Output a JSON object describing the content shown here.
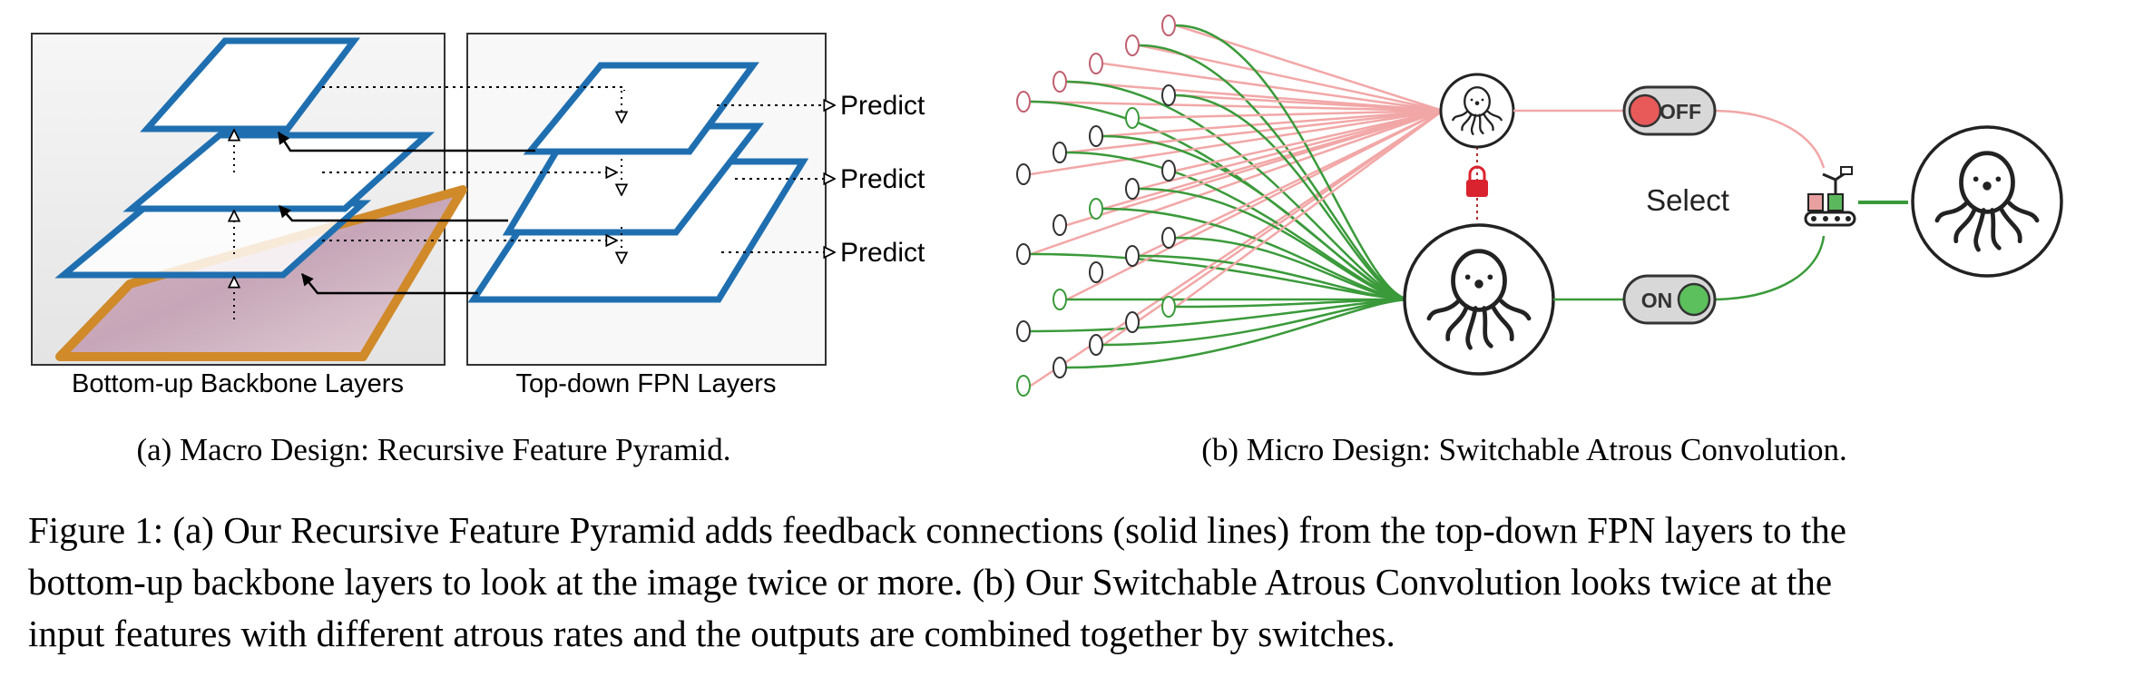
{
  "panel_a": {
    "label_backbone": "Bottom-up Backbone Layers",
    "label_fpn": "Top-down FPN Layers",
    "predict_labels": [
      "Predict",
      "Predict",
      "Predict"
    ],
    "subcaption": "(a) Macro Design: Recursive Feature Pyramid."
  },
  "panel_b": {
    "select_label": "Select",
    "switch_off_label": "OFF",
    "switch_on_label": "ON",
    "subcaption": "(b) Micro Design: Switchable Atrous Convolution."
  },
  "caption": {
    "lines": [
      "Figure 1: (a) Our Recursive Feature Pyramid adds feedback connections (solid lines) from the top-down FPN layers to the",
      "bottom-up backbone layers to look at the image twice or more. (b) Our Switchable Atrous Convolution looks twice at the",
      "input features with different atrous rates and the outputs are combined together by switches."
    ]
  },
  "colors": {
    "layer_blue": "#1f6fb0",
    "image_orange": "#d08a2a",
    "edge_green": "#3a9a3a",
    "edge_pink": "#f2a7a7",
    "switch_red": "#e85a5a",
    "switch_green": "#5cc05c",
    "lock_red": "#d9232e"
  },
  "icons": [
    "octopus-icon",
    "lock-icon",
    "switch-off-icon",
    "switch-on-icon",
    "robot-selector-icon"
  ]
}
